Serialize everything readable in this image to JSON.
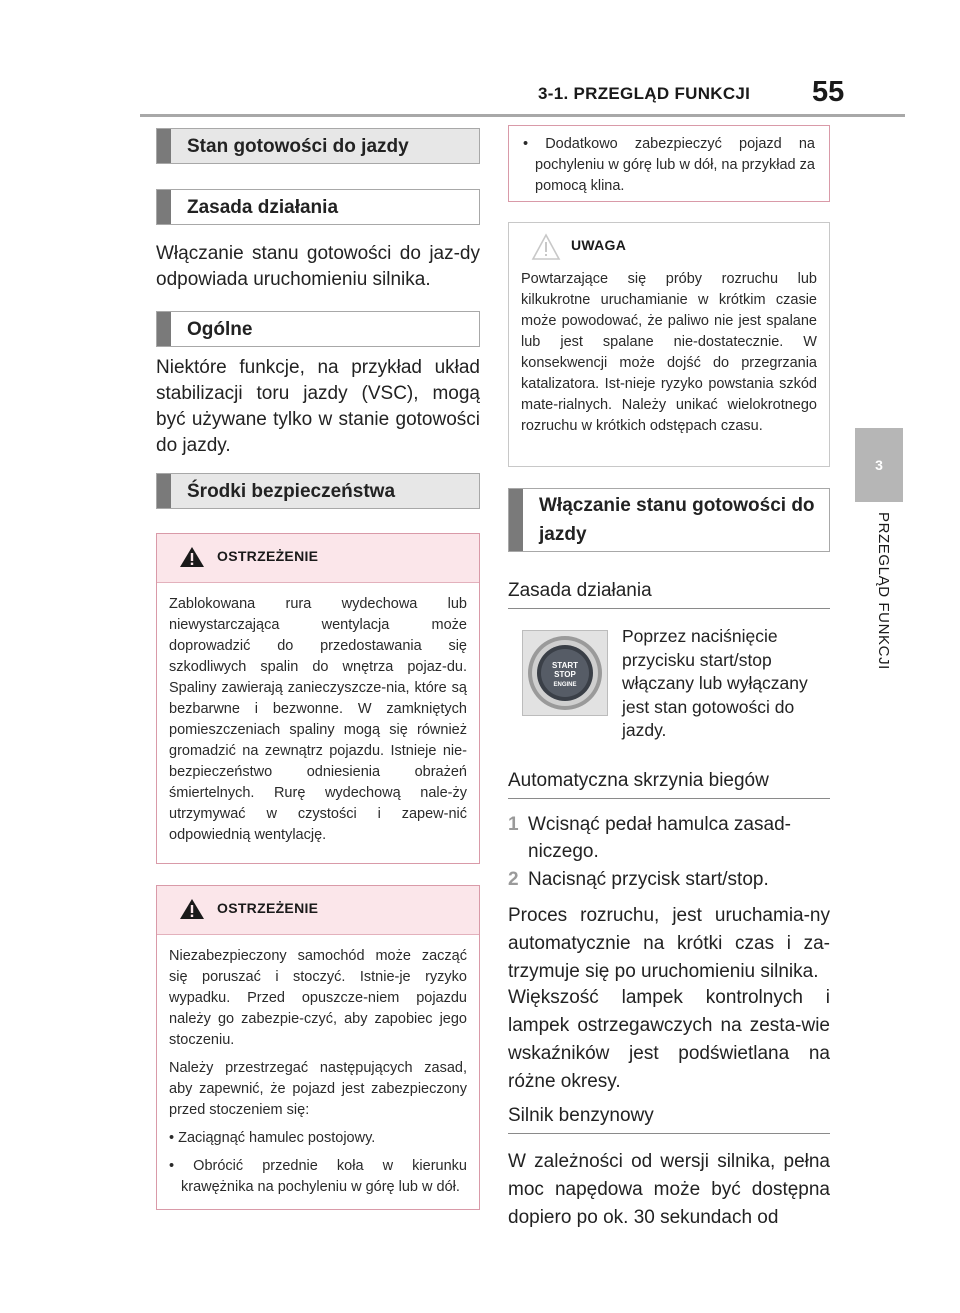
{
  "header": {
    "section_title": "3-1. PRZEGLĄD FUNKCJI",
    "page_number": "55"
  },
  "side_tab": {
    "number": "3",
    "label": "PRZEGLĄD FUNKCJI"
  },
  "left": {
    "heading_1": "Stan gotowości do jazdy",
    "heading_2": "Zasada działania",
    "para_1": "Włączanie stanu gotowości do jaz-dy odpowiada uruchomieniu silnika.",
    "heading_3": "Ogólne",
    "para_2": "Niektóre funkcje, na przykład układ stabilizacji toru jazdy (VSC), mogą być używane tylko w stanie gotowości do jazdy.",
    "heading_4": "Środki bezpieczeństwa",
    "warning_1": {
      "label": "OSTRZEŻENIE",
      "text": "Zablokowana rura wydechowa lub niewystarczająca wentylacja może doprowadzić do przedostawania się szkodliwych spalin do wnętrza pojaz-du. Spaliny zawierają zanieczyszcze-nia, które są bezbarwne i bezwonne. W zamkniętych pomieszczeniach spaliny mogą się również gromadzić na zewnątrz pojazdu. Istnieje nie-bezpieczeństwo odniesienia obrażeń śmiertelnych. Rurę wydechową nale-ży utrzymywać w czystości i zapew-nić odpowiednią wentylację."
    },
    "warning_2": {
      "label": "OSTRZEŻENIE",
      "para_1": "Niezabezpieczony samochód może zacząć się poruszać i stoczyć. Istnie-je ryzyko wypadku. Przed opuszcze-niem pojazdu należy go zabezpie-czyć, aby zapobiec jego stoczeniu.",
      "para_2": "Należy przestrzegać następujących zasad, aby zapewnić, że pojazd jest zabezpieczony przed stoczeniem się:",
      "bullet_1": "• Zaciągnąć hamulec postojowy.",
      "bullet_2": "• Obrócić przednie koła w kierunku krawężnika na pochyleniu w górę lub w dół."
    }
  },
  "right": {
    "cont_bullet": "• Dodatkowo zabezpieczyć pojazd na pochyleniu w górę lub w dół, na przykład za pomocą klina.",
    "notice": {
      "label": "UWAGA",
      "text": "Powtarzające się próby rozruchu lub kilkukrotne uruchamianie w krótkim czasie może powodować, że paliwo nie jest spalane lub jest spalane nie-dostatecznie. W konsekwencji może dojść do przegrzania katalizatora. Ist-nieje ryzyko powstania szkód mate-rialnych. Należy unikać wielokrotnego rozruchu w krótkich odstępach czasu."
    },
    "heading_5": "Włączanie stanu gotowości do jazdy",
    "sub_1": "Zasada działania",
    "button_labels": {
      "l1": "START",
      "l2": "STOP",
      "l3": "ENGINE"
    },
    "caption": "Poprzez naciśnięcie przycisku start/stop włączany lub wyłączany jest stan gotowości do jazdy.",
    "sub_2": "Automatyczna skrzynia biegów",
    "step_1": {
      "num": "1",
      "text": "Wcisnąć pedał hamulca zasad-niczego."
    },
    "step_2": {
      "num": "2",
      "text": "Nacisnąć przycisk start/stop."
    },
    "para_3": "Proces rozruchu, jest uruchamia-ny automatycznie na krótki czas i za-trzymuje się po uruchomieniu silnika.",
    "para_4": "Większość lampek kontrolnych i lampek ostrzegawczych na zesta-wie wskaźników jest podświetlana na różne okresy.",
    "sub_3": "Silnik benzynowy",
    "para_5": "W zależności od wersji silnika, pełna moc napędowa może być dostępna dopiero po ok. 30 sekundach od"
  },
  "colors": {
    "heading_bar": "#7a7a7a",
    "heading_shade": "#e7e7e7",
    "warning_tint": "#fbe6ea",
    "side_tab": "#b6b6b6"
  }
}
